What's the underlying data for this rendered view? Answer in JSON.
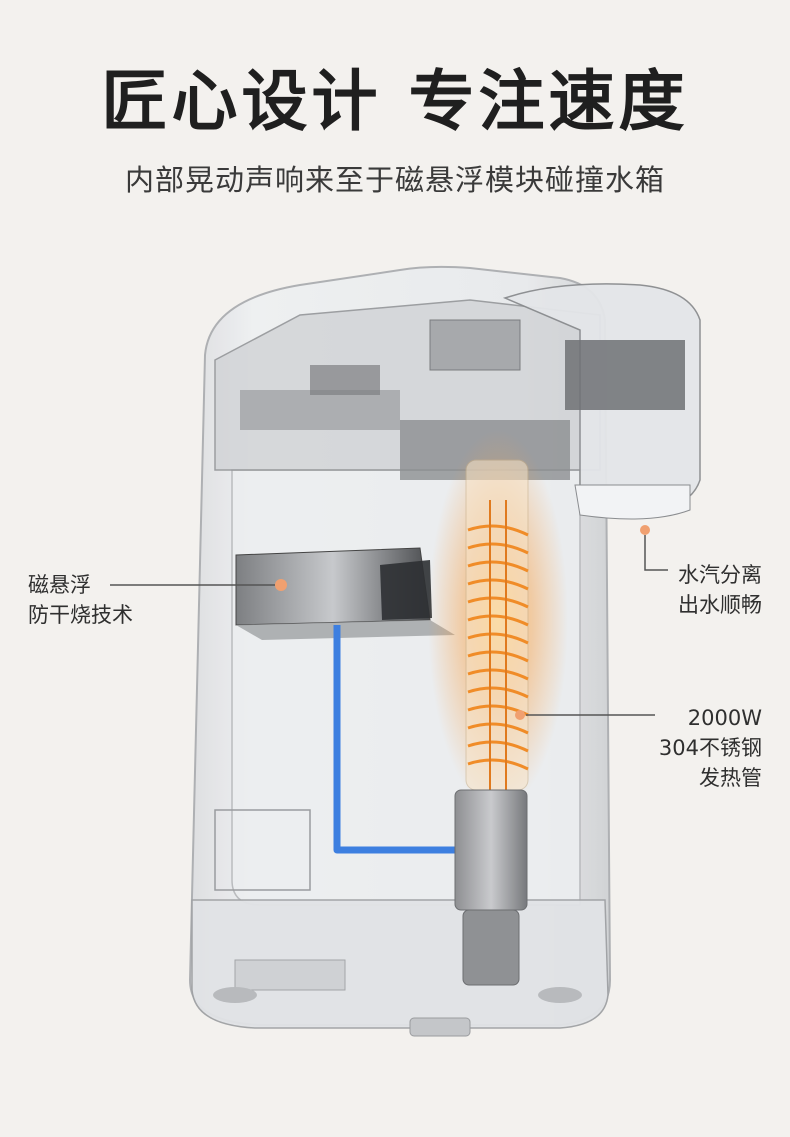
{
  "title": "匠心设计 专注速度",
  "subtitle": "内部晃动声响来至于磁悬浮模块碰撞水箱",
  "callouts": {
    "float_module": {
      "line1": "磁悬浮",
      "line2": "防干烧技术"
    },
    "steam_outlet": {
      "line1": "水汽分离",
      "line2": "出水顺畅"
    },
    "heating_tube": {
      "line1": "2000W",
      "line2": "304不锈钢",
      "line3": "发热管"
    }
  },
  "colors": {
    "accent": "#f0a070",
    "heater": "#f39a3c",
    "water_pipe": "#3d7fe0",
    "leader_line": "#555555"
  }
}
